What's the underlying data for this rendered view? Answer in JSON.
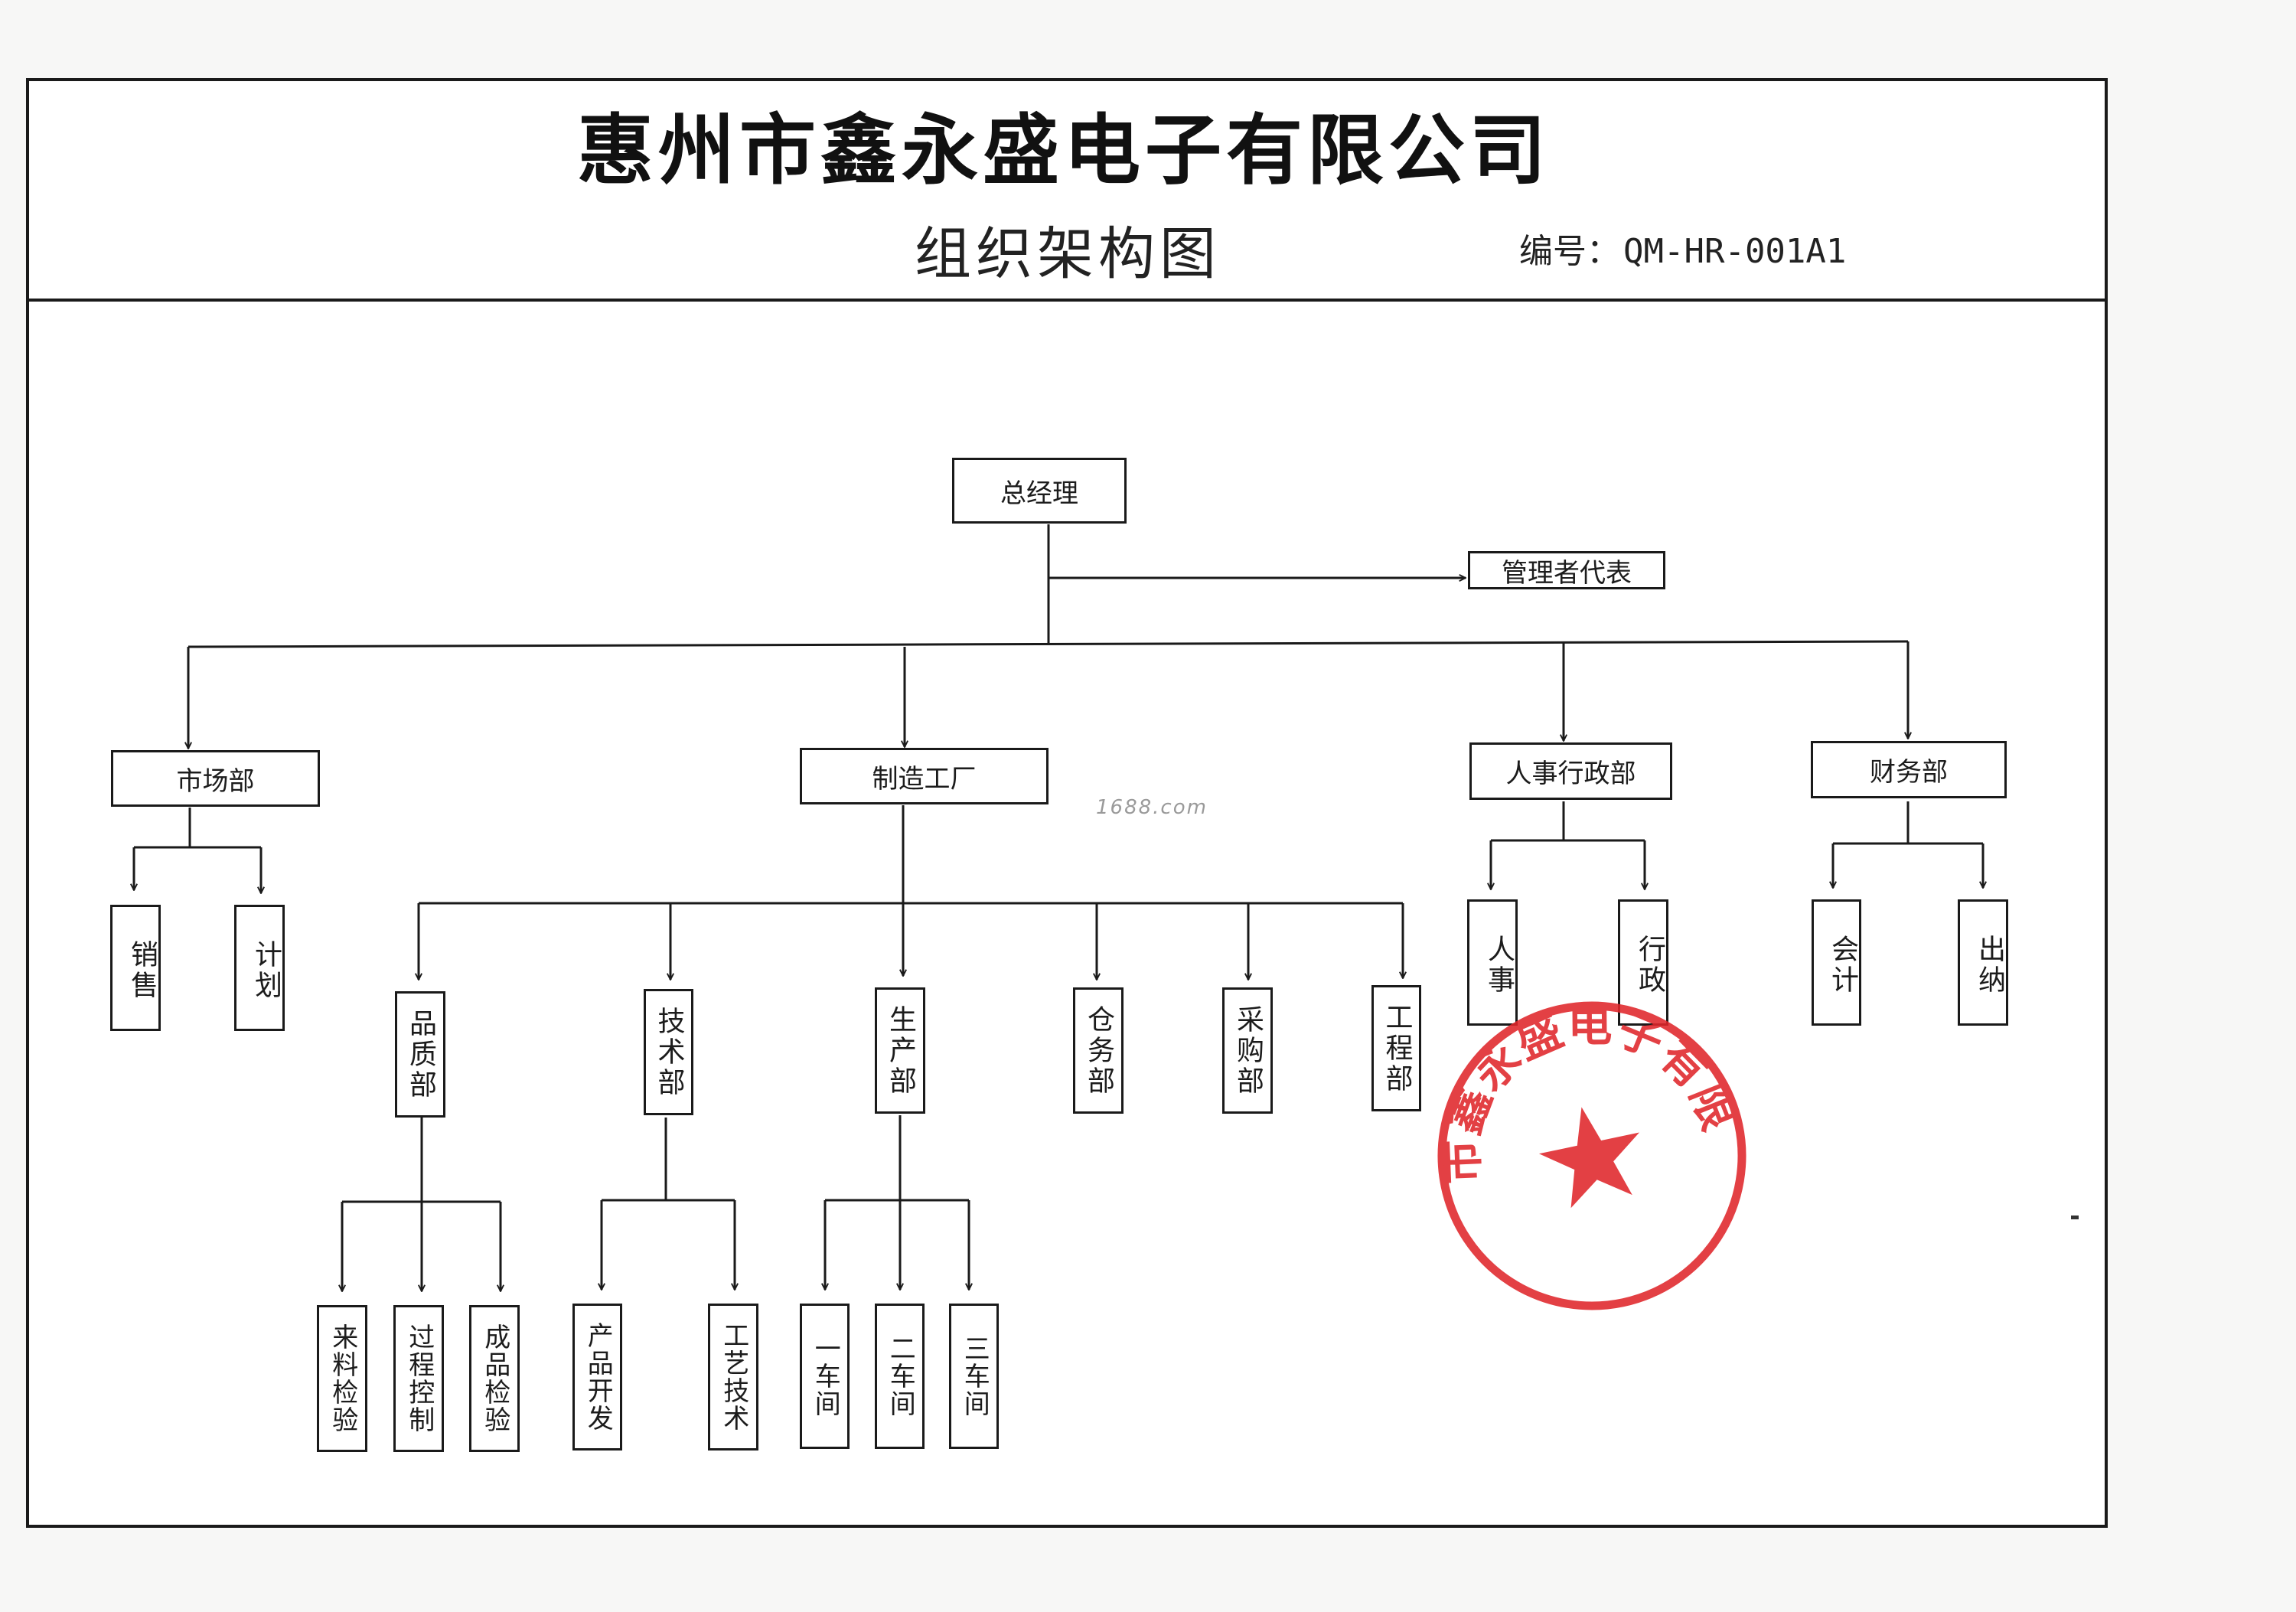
{
  "header": {
    "company_name": "惠州市鑫永盛电子有限公司",
    "chart_title": "组织架构图",
    "doc_number_label": "编号：",
    "doc_number": "QM-HR-001A1"
  },
  "org": {
    "gm": "总经理",
    "mgmt_rep": "管理者代表",
    "market": "市场部",
    "factory": "制造工厂",
    "hr_admin": "人事行政部",
    "finance": "财务部",
    "sales": "销售",
    "plan": "计划",
    "hr": "人事",
    "admin": "行政",
    "accounting": "会计",
    "cashier": "出纳",
    "quality": "品质部",
    "tech": "技术部",
    "production": "生产部",
    "warehouse": "仓务部",
    "purchase": "采购部",
    "engineering": "工程部",
    "incoming_insp": "来料检验",
    "process_ctrl": "过程控制",
    "final_insp": "成品检验",
    "product_dev": "产品开发",
    "process_tech": "工艺技术",
    "workshop1": "一车间",
    "workshop2": "二车间",
    "workshop3": "三车间"
  },
  "watermark": "1688.com",
  "seal": {
    "text": "惠州市鑫永盛电子有限公司",
    "color": "#e0262b"
  }
}
